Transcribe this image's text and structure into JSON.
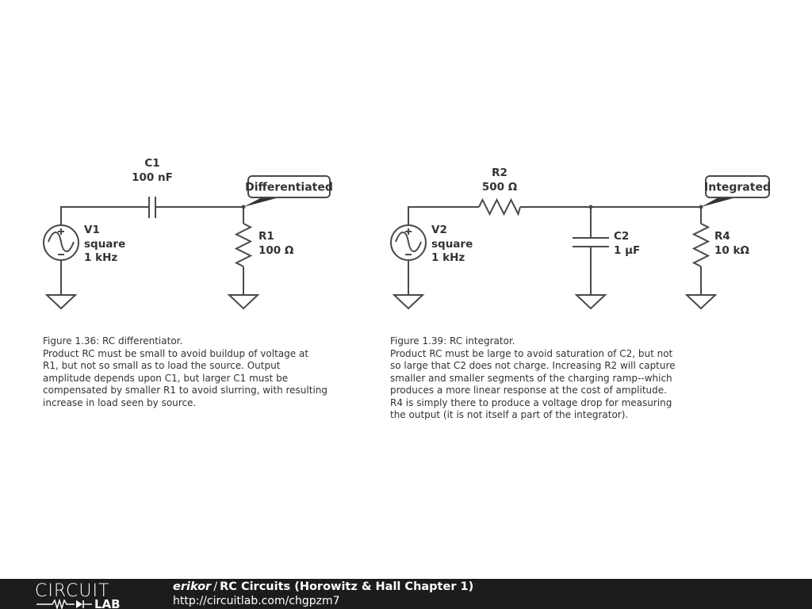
{
  "circuit1": {
    "capacitor": {
      "name": "C1",
      "value": "100 nF"
    },
    "source": {
      "name": "V1",
      "type": "square",
      "freq": "1 kHz"
    },
    "resistor": {
      "name": "R1",
      "value": "100 Ω"
    },
    "output_tag": "Differentiated",
    "caption": [
      "Figure 1.36: RC differentiator.",
      "Product RC must be small to avoid buildup of voltage at",
      "R1, but not so small as to load the source. Output",
      "amplitude depends upon C1, but larger C1 must be",
      "compensated by smaller R1 to avoid slurring, with resulting",
      "increase in load seen by source."
    ]
  },
  "circuit2": {
    "resistor_series": {
      "name": "R2",
      "value": "500 Ω"
    },
    "source": {
      "name": "V2",
      "type": "square",
      "freq": "1 kHz"
    },
    "capacitor": {
      "name": "C2",
      "value": "1 µF"
    },
    "resistor_load": {
      "name": "R4",
      "value": "10 kΩ"
    },
    "output_tag": "Integrated",
    "caption": [
      "Figure 1.39: RC integrator.",
      "Product RC must be large to avoid saturation of C2, but not",
      "so large that C2 does not charge. Increasing R2 will capture",
      "smaller and smaller segments of the charging ramp--which",
      "produces a more linear response at the cost of amplitude.",
      "R4 is simply there to produce a voltage drop for measuring",
      "the output (it is not itself a part of the integrator)."
    ]
  },
  "footer": {
    "logo_top": "CIRCUIT",
    "logo_bottom": "LAB",
    "author": "erikor",
    "separator": "/",
    "title": "RC Circuits (Horowitz & Hall Chapter 1)",
    "url": "http://circuitlab.com/chgpzm7"
  },
  "colors": {
    "wire": "#4a4a4a",
    "text": "#333333",
    "footer_bg": "#1c1c1c"
  }
}
